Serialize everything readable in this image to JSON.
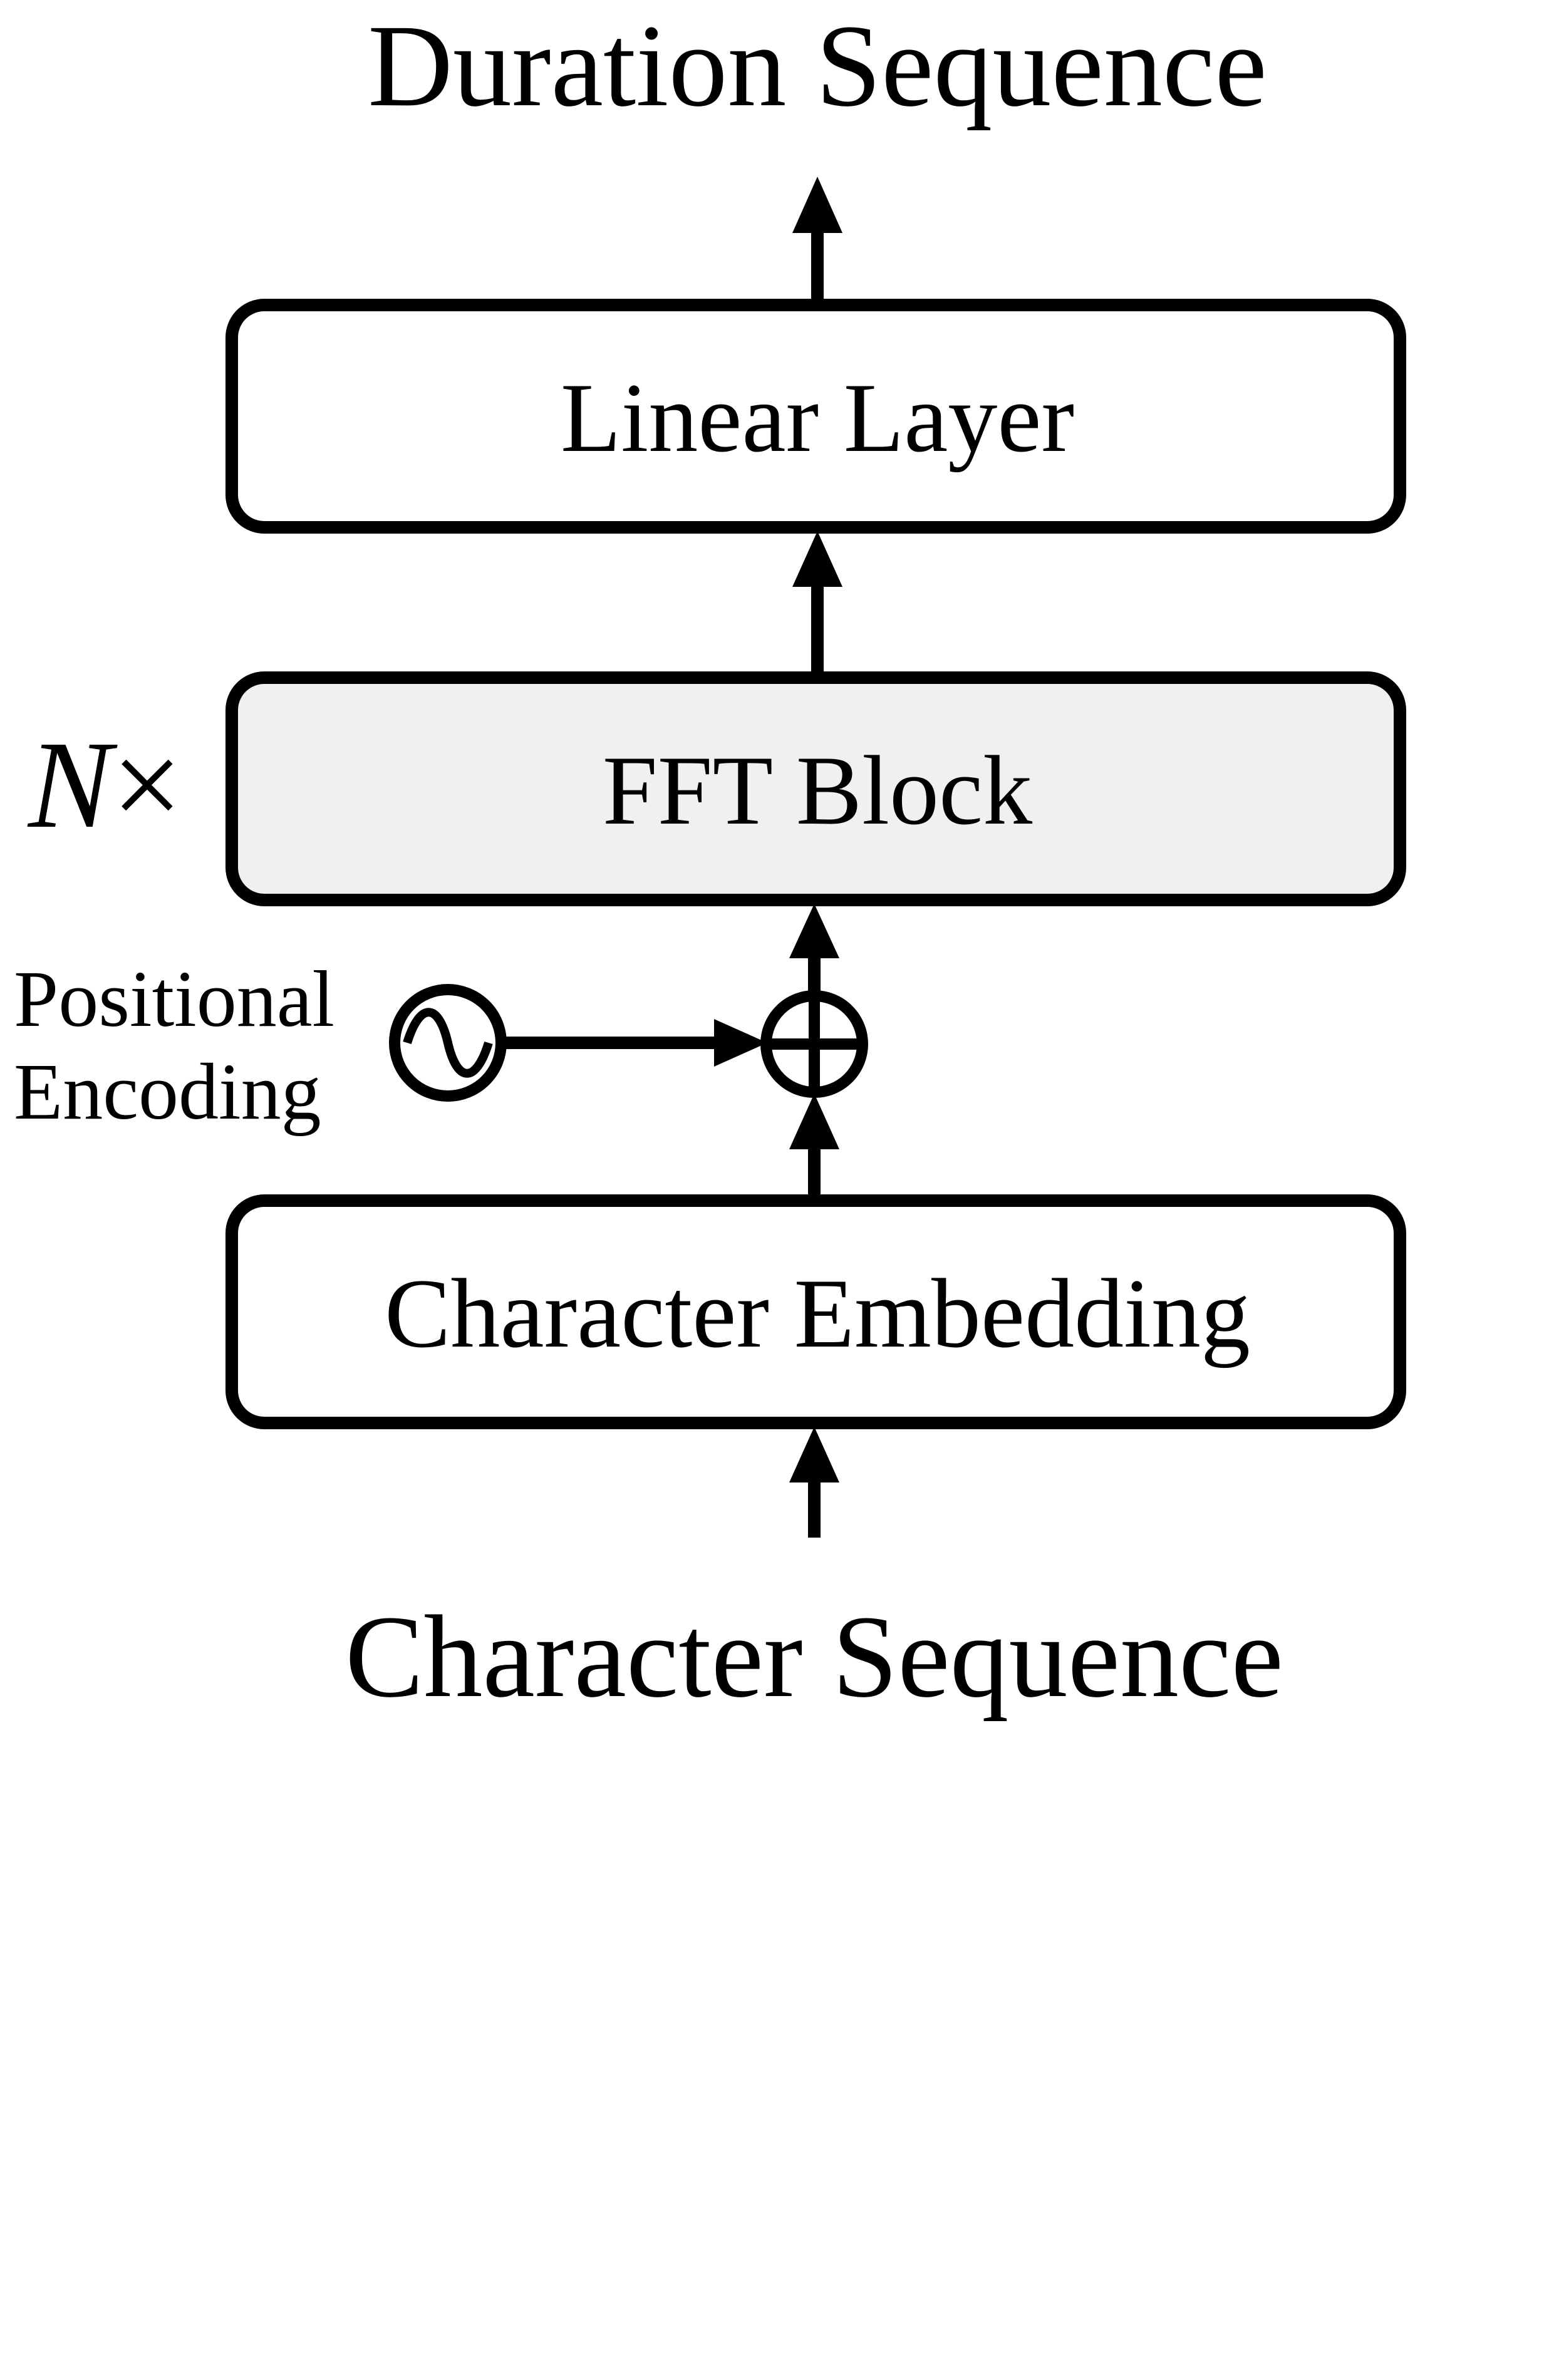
{
  "diagram": {
    "output_label": "Duration Sequence",
    "input_label": "Character Sequence",
    "linear_layer_label": "Linear Layer",
    "fft_block_label": "FFT Block",
    "repeat_variable": "N",
    "repeat_symbol": "×",
    "char_embedding_label": "Character Embedding",
    "positional_encoding_line1": "Positional",
    "positional_encoding_line2": "Encoding"
  },
  "colors": {
    "box_fill": "#ffffff",
    "fft_fill": "#f0f0f0",
    "stroke": "#000000"
  },
  "icons": {
    "positional_encoding": "sine-wave-circle-icon",
    "add": "circle-plus-icon"
  }
}
